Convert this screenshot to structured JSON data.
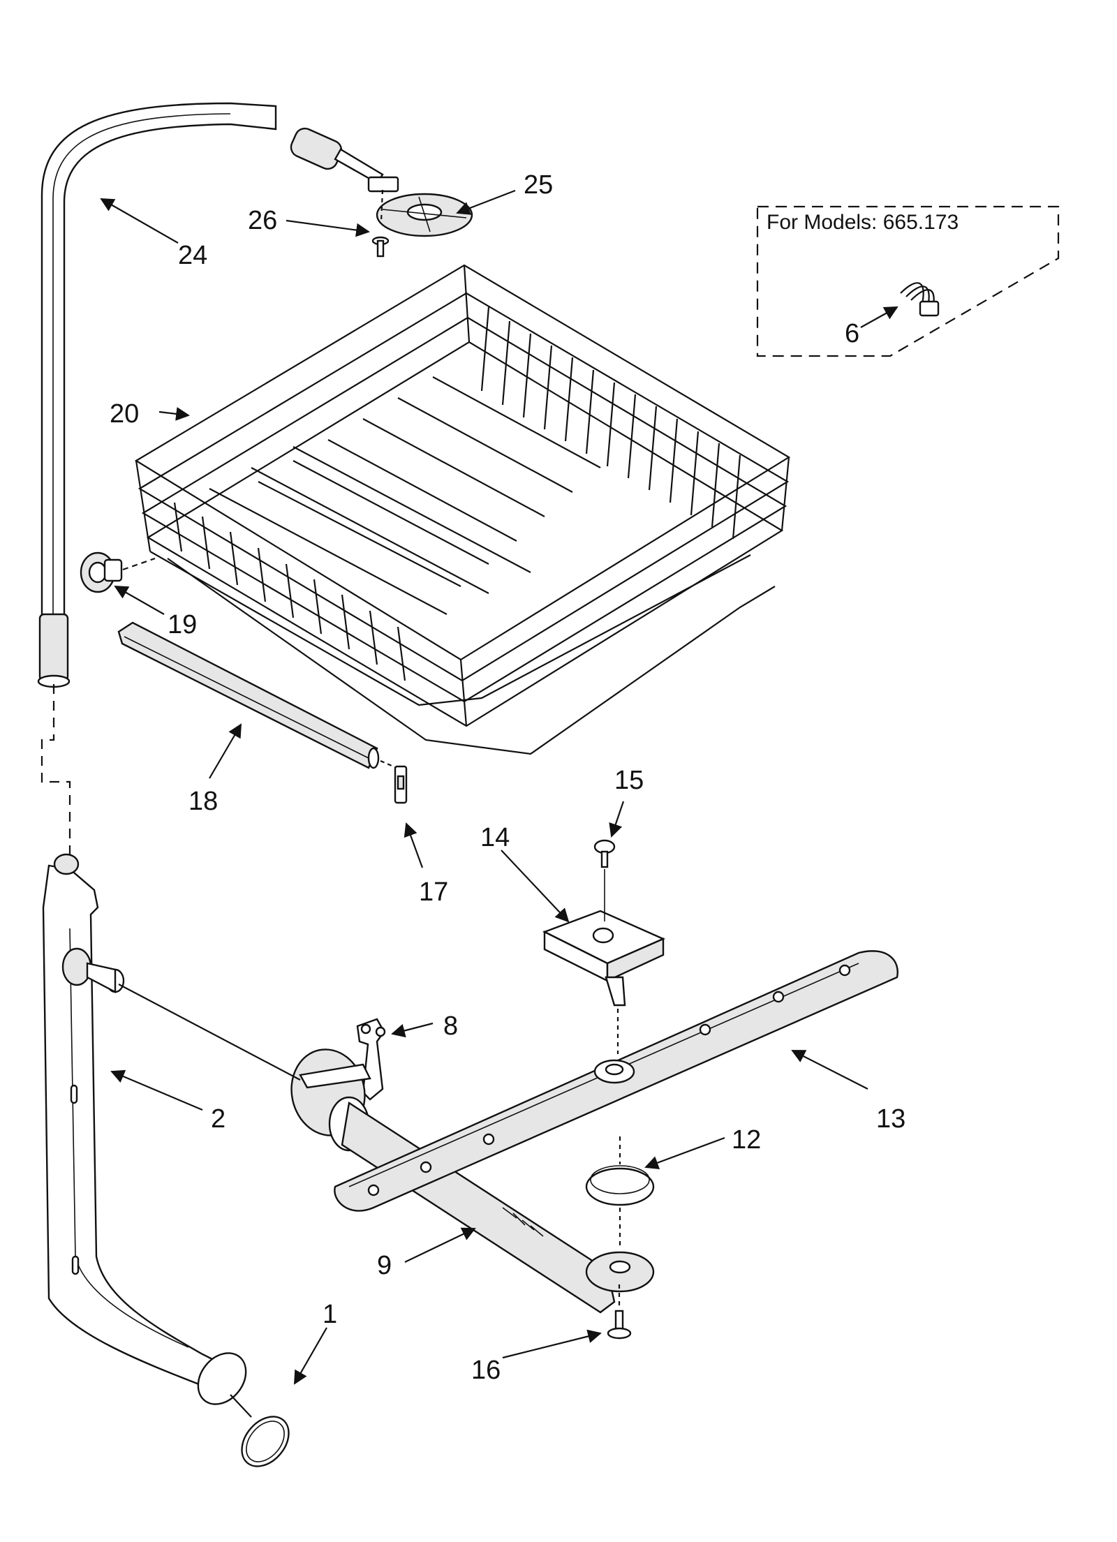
{
  "callouts": {
    "c1": "1",
    "c2": "2",
    "c6": "6",
    "c8": "8",
    "c9": "9",
    "c12": "12",
    "c13": "13",
    "c14": "14",
    "c15": "15",
    "c16": "16",
    "c17": "17",
    "c18": "18",
    "c19": "19",
    "c20": "20",
    "c24": "24",
    "c25": "25",
    "c26": "26"
  },
  "model_note": "For Models: 665.173"
}
